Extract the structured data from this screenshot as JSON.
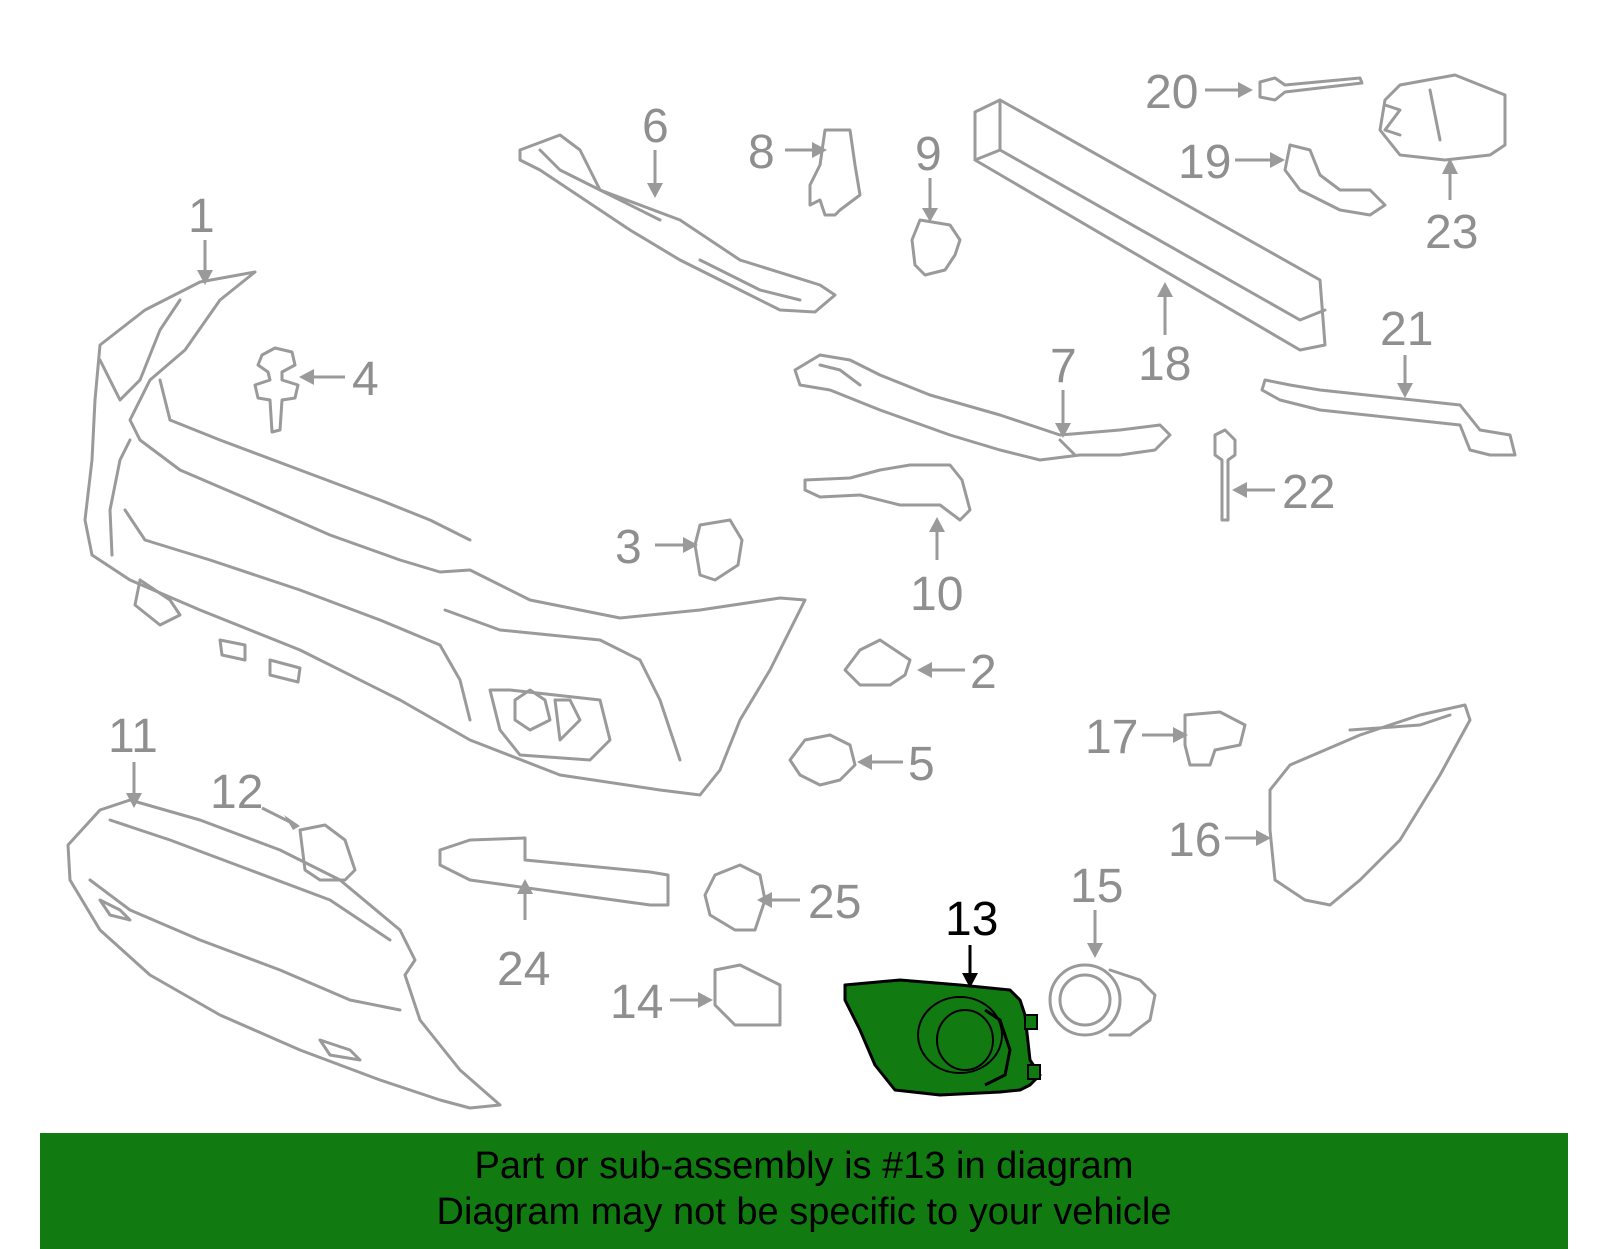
{
  "diagram": {
    "highlighted_part": "13",
    "highlight_color": "#117a11",
    "part_line_color": "#9a9a9a",
    "callouts": [
      {
        "id": "1",
        "label": "1"
      },
      {
        "id": "2",
        "label": "2"
      },
      {
        "id": "3",
        "label": "3"
      },
      {
        "id": "4",
        "label": "4"
      },
      {
        "id": "5",
        "label": "5"
      },
      {
        "id": "6",
        "label": "6"
      },
      {
        "id": "7",
        "label": "7"
      },
      {
        "id": "8",
        "label": "8"
      },
      {
        "id": "9",
        "label": "9"
      },
      {
        "id": "10",
        "label": "10"
      },
      {
        "id": "11",
        "label": "11"
      },
      {
        "id": "12",
        "label": "12"
      },
      {
        "id": "13",
        "label": "13"
      },
      {
        "id": "14",
        "label": "14"
      },
      {
        "id": "15",
        "label": "15"
      },
      {
        "id": "16",
        "label": "16"
      },
      {
        "id": "17",
        "label": "17"
      },
      {
        "id": "18",
        "label": "18"
      },
      {
        "id": "19",
        "label": "19"
      },
      {
        "id": "20",
        "label": "20"
      },
      {
        "id": "21",
        "label": "21"
      },
      {
        "id": "22",
        "label": "22"
      },
      {
        "id": "23",
        "label": "23"
      },
      {
        "id": "24",
        "label": "24"
      },
      {
        "id": "25",
        "label": "25"
      }
    ]
  },
  "banner": {
    "line1": "Part or sub-assembly is #13 in diagram",
    "line2": "Diagram may not be specific to your vehicle",
    "background": "#117a11"
  }
}
